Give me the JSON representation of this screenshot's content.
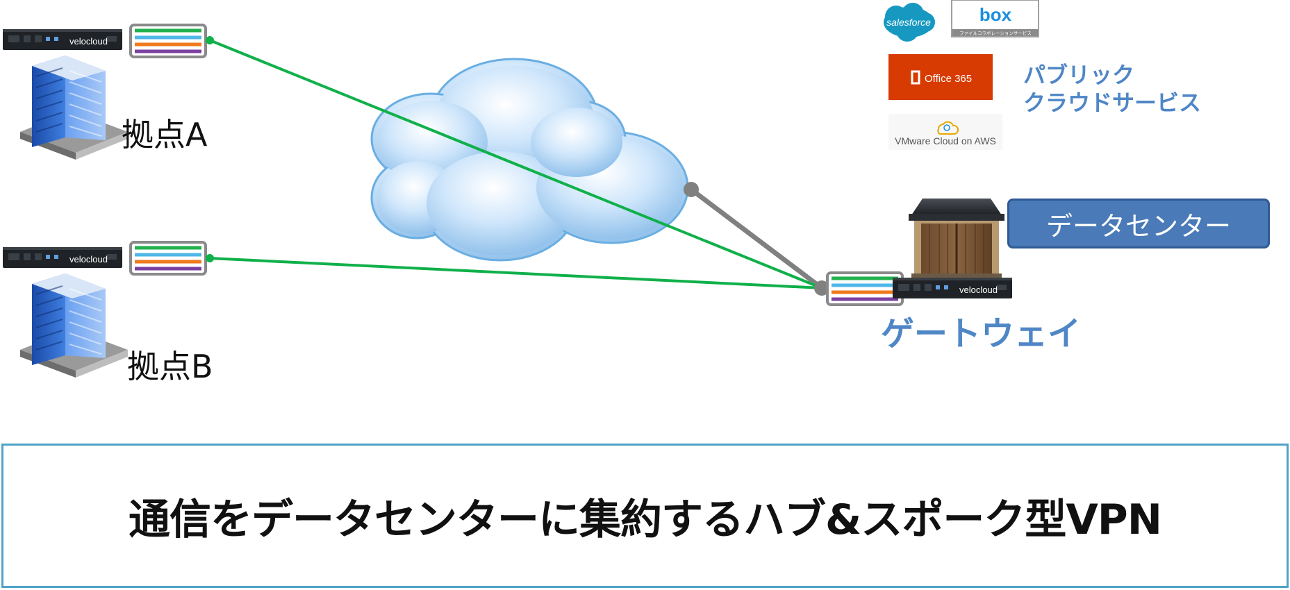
{
  "sites": {
    "a": {
      "label": "拠点A"
    },
    "b": {
      "label": "拠点B"
    }
  },
  "gateway": {
    "label": "ゲートウェイ"
  },
  "datacenter": {
    "label": "データセンター"
  },
  "public_cloud": {
    "label_line1": "パブリック",
    "label_line2": "クラウドサービス",
    "logos": {
      "salesforce": "salesforce",
      "box": "box",
      "box_sub": "ファイルコラボレーションサービス",
      "office365": "Office 365",
      "vmware": "VMware Cloud on AWS"
    }
  },
  "appliance_brand": "velocloud",
  "caption": "通信をデータセンターに集約するハブ&スポーク型VPN",
  "colors": {
    "tunnel_line": "#10b04a",
    "cloud_link": "#808080",
    "label_blue": "#4f86c6",
    "datacenter_box": "#4a7ab8",
    "caption_border": "#4fa3c7",
    "lane_green": "#22b14c",
    "lane_blue": "#4fb8e8",
    "lane_orange": "#f07a1c",
    "lane_purple": "#7b3fa0"
  },
  "icons": [
    "building-icon",
    "sd-wan-appliance-icon",
    "tunnel-bundle-icon",
    "cloud-icon",
    "datacenter-warehouse-icon"
  ]
}
